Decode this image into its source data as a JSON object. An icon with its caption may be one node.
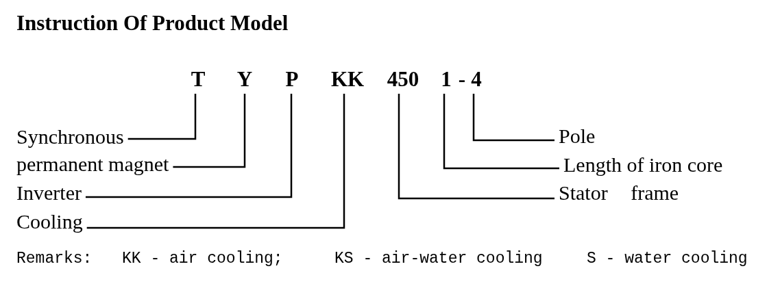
{
  "diagram": {
    "title": "Instruction Of Product Model",
    "nodes": [
      {
        "text": [
          "T"
        ]
      },
      {
        "text": [
          "Y"
        ]
      },
      {
        "text": [
          "P"
        ]
      },
      {
        "text": [
          "KK"
        ]
      },
      {
        "text": [
          "450"
        ]
      },
      {
        "text": [
          "1"
        ]
      },
      {
        "text": [
          "4"
        ]
      },
      {
        "text": [
          "Synchronous"
        ]
      },
      {
        "text": [
          "Pole"
        ]
      },
      {
        "text": [
          "permanent magnet"
        ]
      },
      {
        "text": [
          "Length of iron core"
        ]
      },
      {
        "text": [
          "Inverter"
        ]
      },
      {
        "text": [
          "Stator frame"
        ]
      },
      {
        "text": [
          "Cooling"
        ]
      }
    ],
    "edges": [
      {
        "from": 0,
        "to": 7,
        "arrow": "none"
      },
      {
        "from": 1,
        "to": 9,
        "arrow": "none"
      },
      {
        "from": 2,
        "to": 11,
        "arrow": "none"
      },
      {
        "from": 3,
        "to": 13,
        "arrow": "none"
      },
      {
        "from": 4,
        "to": 12,
        "arrow": "none"
      },
      {
        "from": 5,
        "to": 10,
        "arrow": "none"
      },
      {
        "from": 6,
        "to": 8,
        "arrow": "none"
      }
    ],
    "labels": [
      "-",
      "Remarks:",
      "KK - air cooling;",
      "KS - air-water cooling",
      "S - water cooling"
    ]
  }
}
